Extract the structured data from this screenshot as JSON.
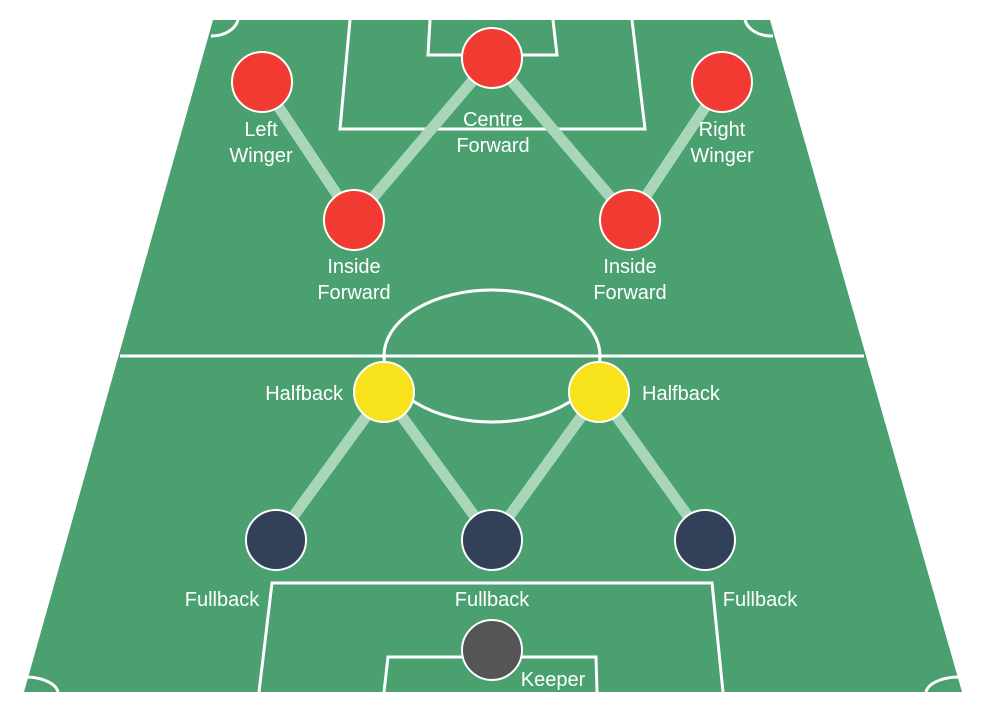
{
  "formation": {
    "colors": {
      "pitch": "#4aa06f",
      "lines": "#ffffff",
      "link": "#a9d6b9",
      "forward": "#f03a32",
      "halfback": "#f8e21c",
      "fullback": "#33405a",
      "keeper": "#555555"
    },
    "players": [
      {
        "id": "left-winger",
        "role": "forward",
        "label_lines": [
          "Left",
          "Winger"
        ]
      },
      {
        "id": "centre-forward",
        "role": "forward",
        "label_lines": [
          "Centre",
          "Forward"
        ]
      },
      {
        "id": "right-winger",
        "role": "forward",
        "label_lines": [
          "Right",
          "Winger"
        ]
      },
      {
        "id": "inside-forward-left",
        "role": "forward",
        "label_lines": [
          "Inside",
          "Forward"
        ]
      },
      {
        "id": "inside-forward-right",
        "role": "forward",
        "label_lines": [
          "Inside",
          "Forward"
        ]
      },
      {
        "id": "halfback-left",
        "role": "halfback",
        "label_lines": [
          "Halfback"
        ]
      },
      {
        "id": "halfback-right",
        "role": "halfback",
        "label_lines": [
          "Halfback"
        ]
      },
      {
        "id": "fullback-left",
        "role": "fullback",
        "label_lines": [
          "Fullback"
        ]
      },
      {
        "id": "fullback-centre",
        "role": "fullback",
        "label_lines": [
          "Fullback"
        ]
      },
      {
        "id": "fullback-right",
        "role": "fullback",
        "label_lines": [
          "Fullback"
        ]
      },
      {
        "id": "keeper",
        "role": "keeper",
        "label_lines": [
          "Keeper"
        ]
      }
    ],
    "links": [
      [
        "left-winger",
        "inside-forward-left"
      ],
      [
        "inside-forward-left",
        "centre-forward"
      ],
      [
        "centre-forward",
        "inside-forward-right"
      ],
      [
        "inside-forward-right",
        "right-winger"
      ],
      [
        "halfback-left",
        "fullback-left"
      ],
      [
        "halfback-left",
        "fullback-centre"
      ],
      [
        "fullback-centre",
        "halfback-right"
      ],
      [
        "halfback-right",
        "fullback-right"
      ]
    ]
  }
}
